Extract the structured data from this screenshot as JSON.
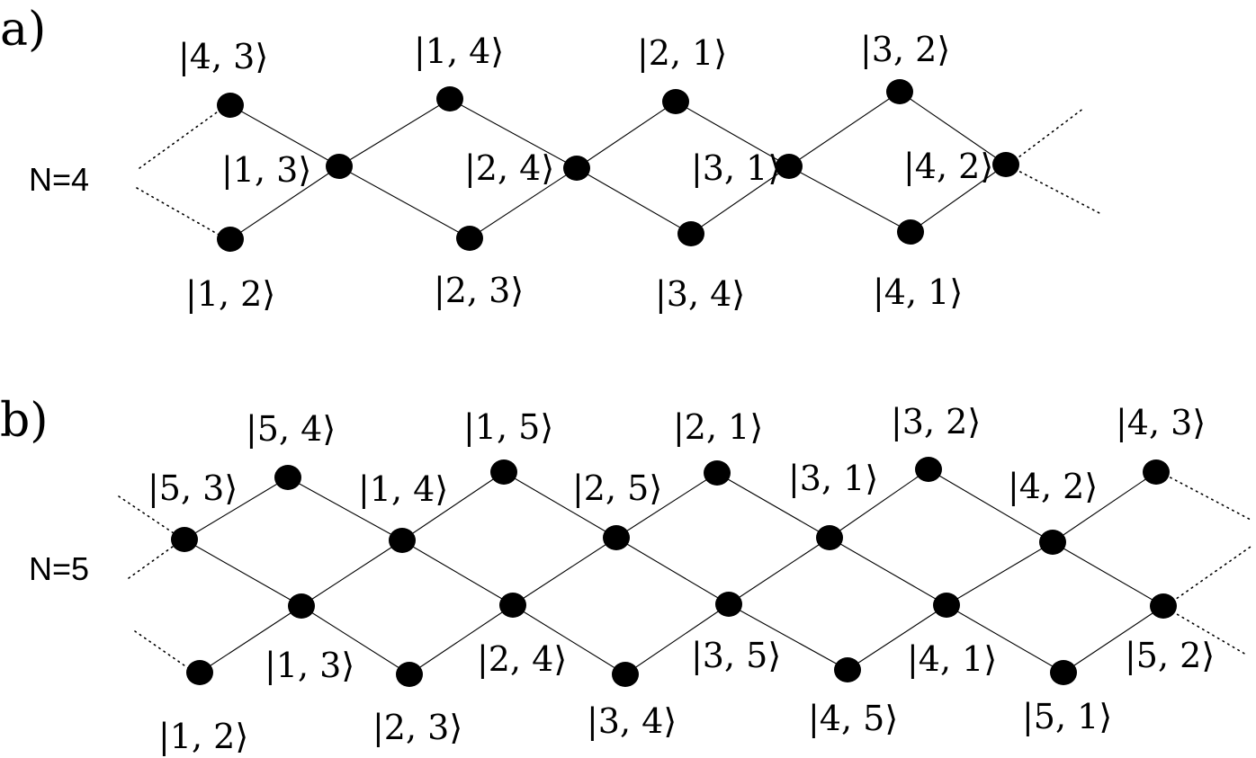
{
  "panels": [
    {
      "letter": "a)",
      "n_label": "N=4",
      "kets": [
        "|4, 3⟩",
        "|1, 4⟩",
        "|2, 1⟩",
        "|3, 2⟩",
        "|1, 3⟩",
        "|2, 4⟩",
        "|3, 1⟩",
        "|4, 2⟩",
        "|1, 2⟩",
        "|2, 3⟩",
        "|3, 4⟩",
        "|4, 1⟩"
      ]
    },
    {
      "letter": "b)",
      "n_label": "N=5",
      "kets": [
        "|5, 4⟩",
        "|1, 5⟩",
        "|2, 1⟩",
        "|3, 2⟩",
        "|4, 3⟩",
        "|5, 3⟩",
        "|1, 4⟩",
        "|2, 5⟩",
        "|3, 1⟩",
        "|4, 2⟩",
        "|1, 3⟩",
        "|2, 4⟩",
        "|3, 5⟩",
        "|4, 1⟩",
        "|5, 2⟩",
        "|1, 2⟩",
        "|2, 3⟩",
        "|3, 4⟩",
        "|4, 5⟩",
        "|5, 1⟩"
      ]
    }
  ]
}
